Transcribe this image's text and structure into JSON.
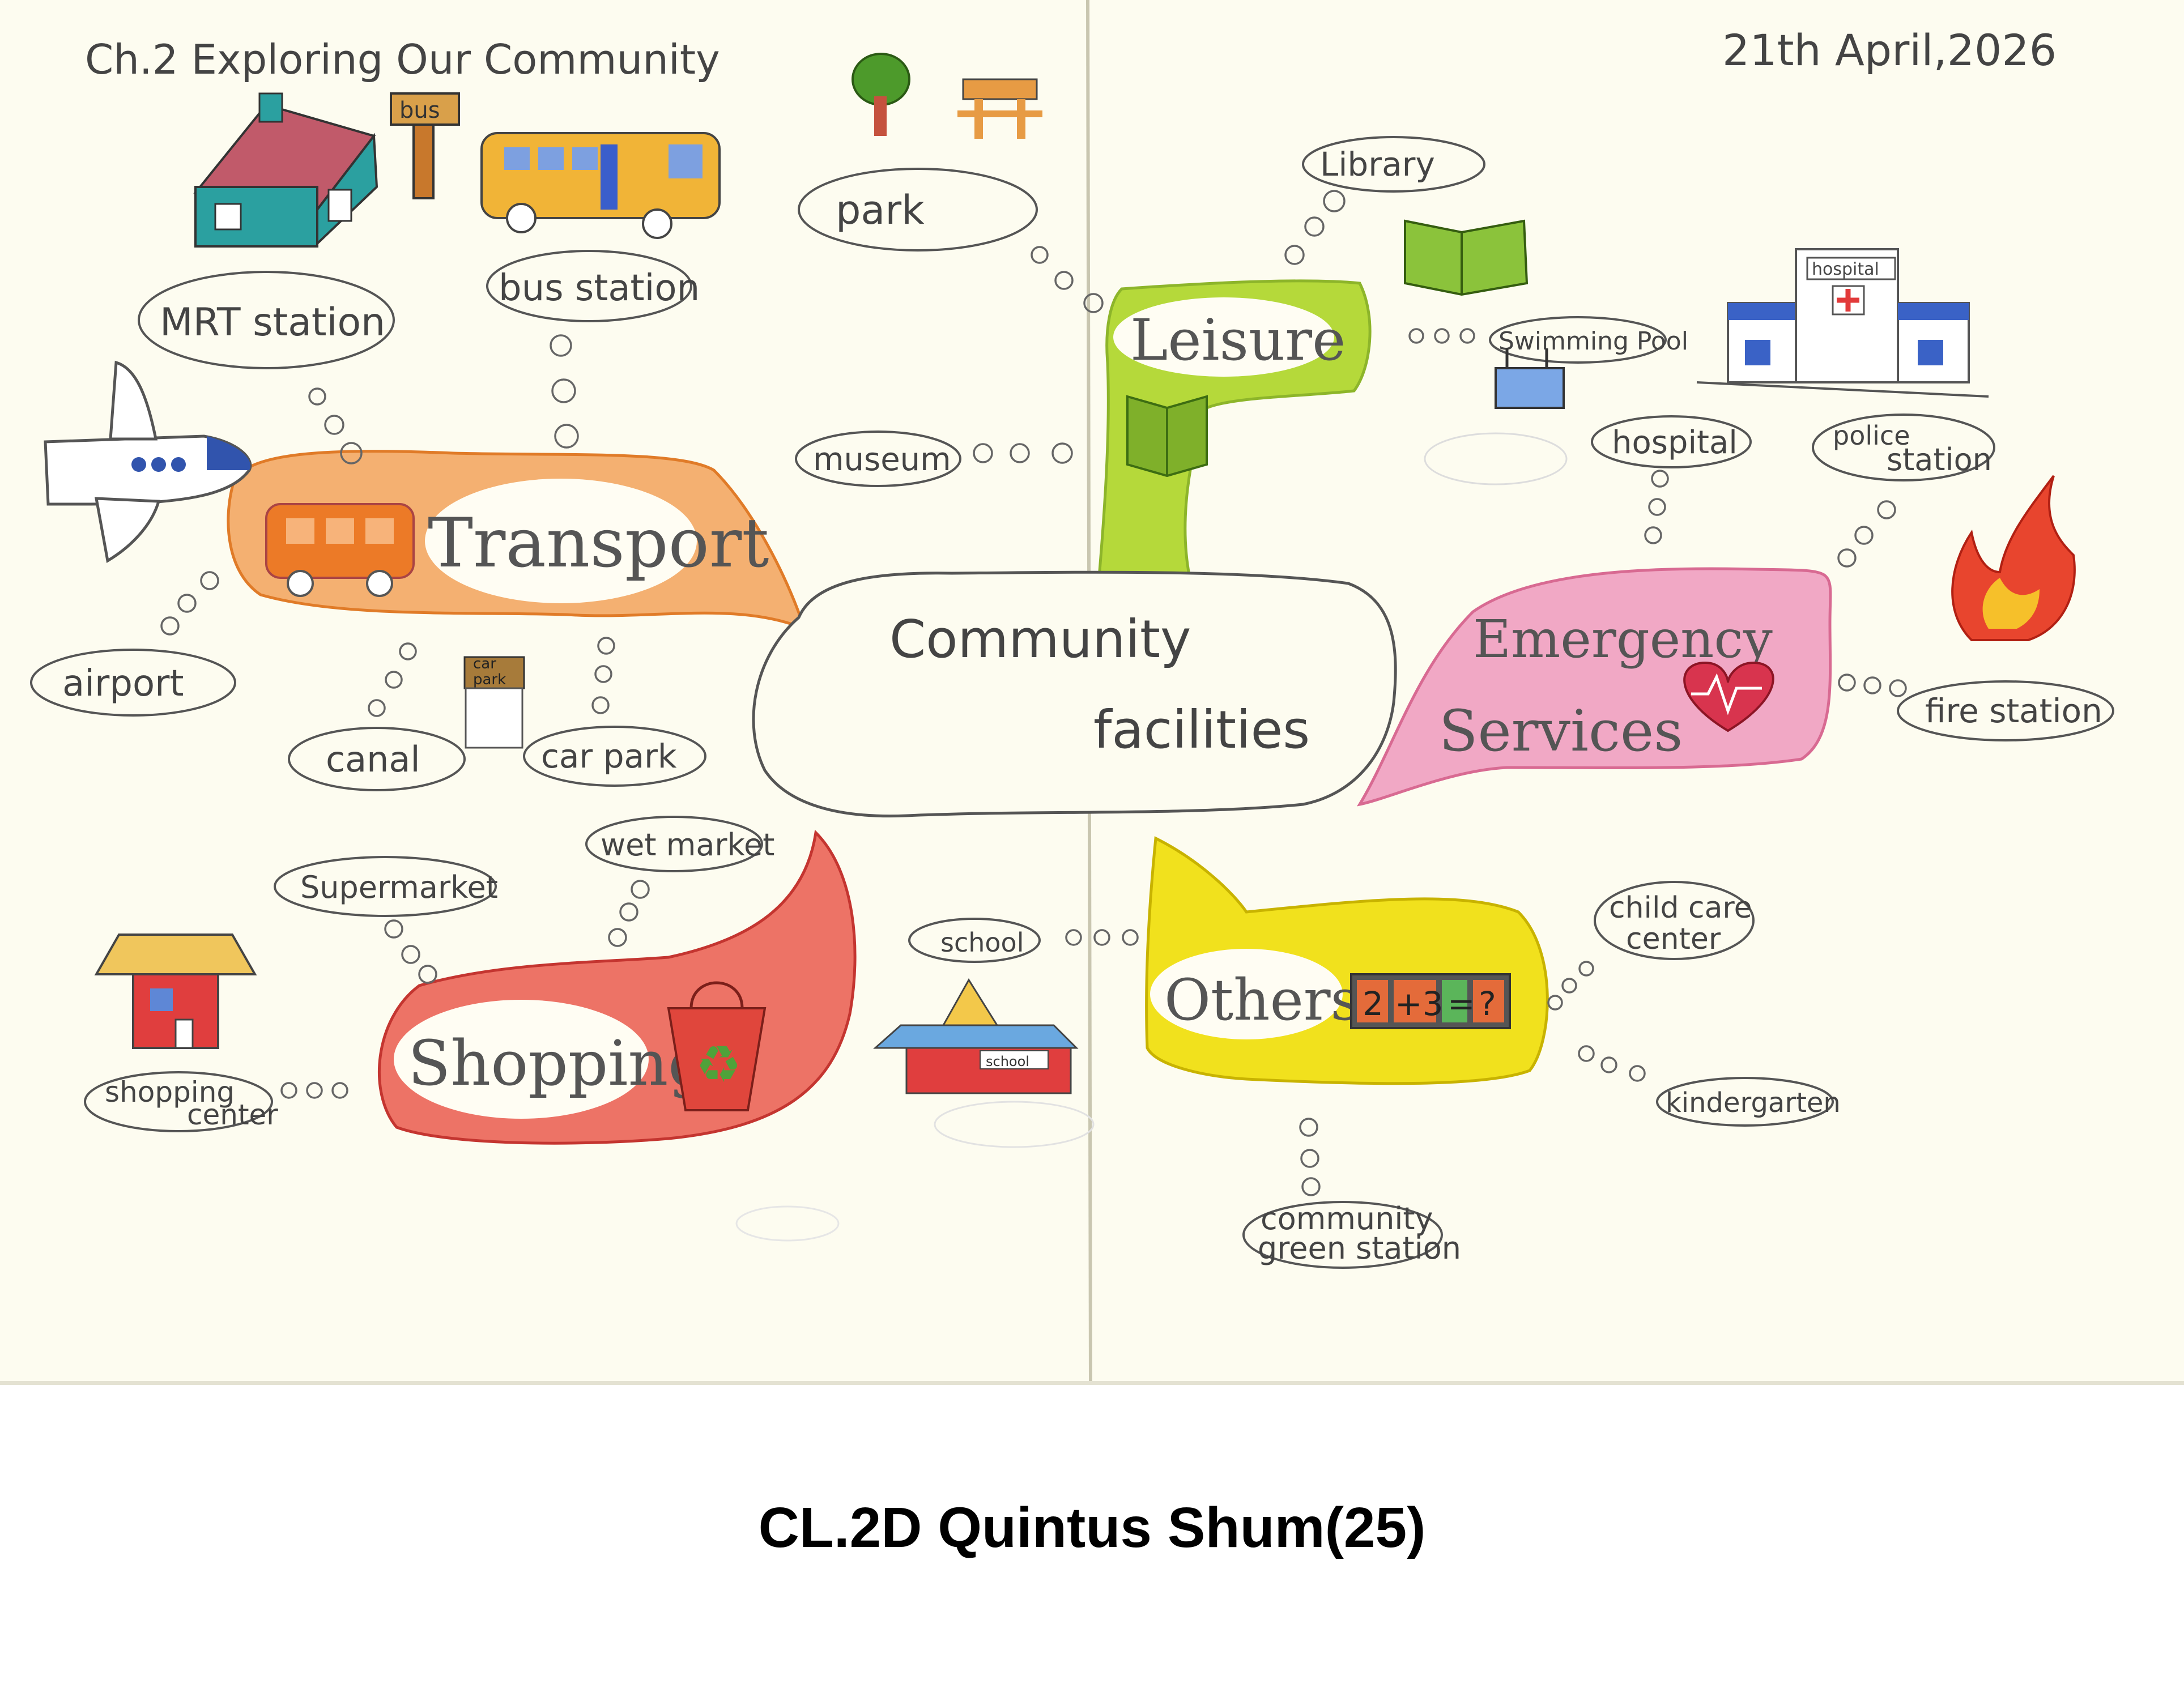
{
  "heading": "Ch.2 Exploring Our Community",
  "date": "21th April,2026",
  "center": {
    "line1": "Community",
    "line2": "facilities"
  },
  "categories": {
    "transport": "Transport",
    "leisure": "Leisure",
    "emergency_line1": "Emergency",
    "emergency_line2": "Services",
    "shopping": "Shopping",
    "others": "Others"
  },
  "leaves": {
    "mrt": "MRT station",
    "bus_station": "bus station",
    "airport": "airport",
    "canal": "canal",
    "car_park": "car park",
    "park": "park",
    "museum": "museum",
    "library": "Library",
    "swimming_pool": "Swimming Pool",
    "hospital": "hospital",
    "police_1": "police",
    "police_2": "station",
    "fire_station": "fire station",
    "supermarket": "Supermarket",
    "wet_market": "wet market",
    "shopping_center_1": "shopping",
    "shopping_center_2": "center",
    "school": "school",
    "child_care_1": "child care",
    "child_care_2": "center",
    "kindergarten": "kindergarten",
    "green_1": "community",
    "green_2": "green station"
  },
  "drawing_text": {
    "bus_sign": "bus",
    "car_park_sign_1": "car",
    "car_park_sign_2": "park",
    "hospital_sign": "hospital",
    "school_sign": "school",
    "math": [
      "2",
      "+3",
      "=",
      "?"
    ]
  },
  "caption": "CL.2D Quintus Shum(25)",
  "colors": {
    "transport": "#f2a25a",
    "leisure": "#b5d93a",
    "emergency": "#ef9fc0",
    "shopping": "#ea5a4e",
    "others": "#f1e11d"
  }
}
